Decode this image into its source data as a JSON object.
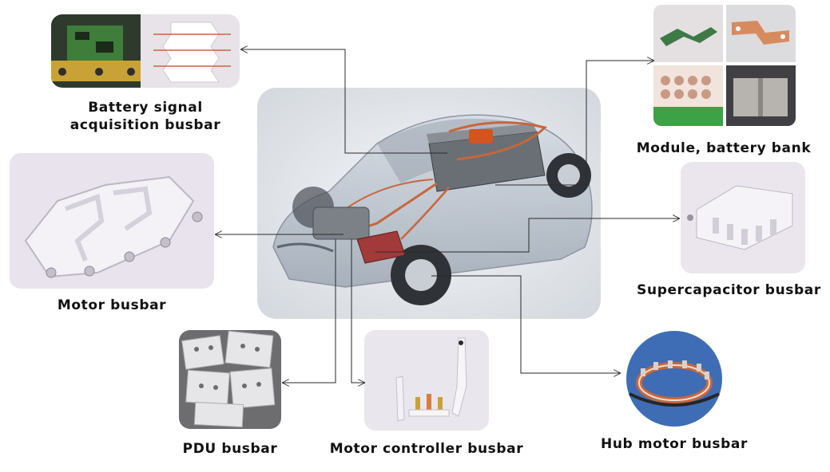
{
  "labels": {
    "battery_signal": "Battery signal\nacquisition busbar",
    "module_battery": "Module, battery bank",
    "motor": "Motor busbar",
    "supercapacitor": "Supercapacitor busbar",
    "pdu": "PDU busbar",
    "motor_controller": "Motor controller busbar",
    "hub_motor": "Hub motor busbar"
  },
  "colors": {
    "label_text": "#111111",
    "connector": "#2a2a2a",
    "copper": "#c8663c",
    "car_body": "#b7bfca",
    "photo_bg": "#e9e4ec"
  }
}
